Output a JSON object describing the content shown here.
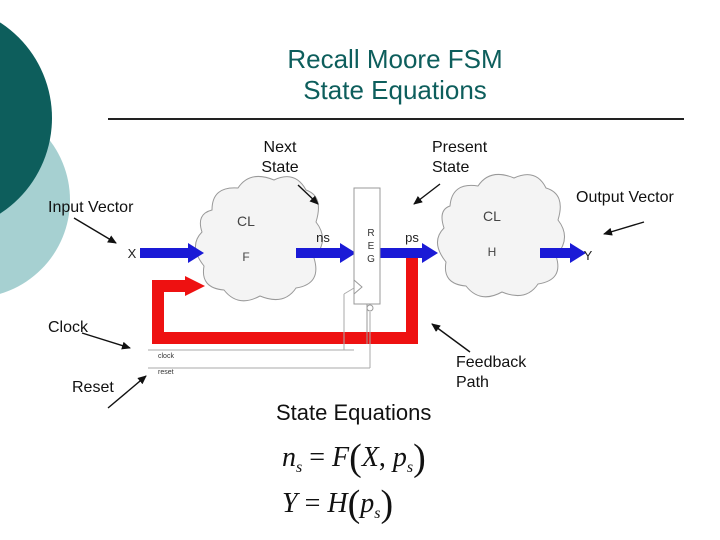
{
  "slide": {
    "title_line1": "Recall Moore FSM",
    "title_line2": "State Equations"
  },
  "callouts": {
    "next_state": [
      "Next",
      "State"
    ],
    "present_state": [
      "Present",
      "State"
    ],
    "input_vector": "Input Vector",
    "output_vector": "Output Vector",
    "clock": "Clock",
    "reset": "Reset",
    "feedback_path": [
      "Feedback",
      "Path"
    ]
  },
  "diagram": {
    "cloud_f": {
      "top": "CL",
      "bottom": "F"
    },
    "cloud_h": {
      "top": "CL",
      "bottom": "H"
    },
    "signal_x": "X",
    "signal_ns": "ns",
    "signal_ps": "ps",
    "signal_y": "Y",
    "register_letters": [
      "R",
      "E",
      "G"
    ],
    "clock_pin": "clock",
    "reset_pin": "reset",
    "colors": {
      "signal_arrow": "#1a1ad6",
      "feedback": "#ee1111",
      "cloud_fill": "#f4f4f4",
      "accent_dark": "#0d5e5c",
      "accent_light": "#a6d0d1"
    }
  },
  "equations": {
    "heading": "State Equations",
    "eq1": {
      "lhs": "n",
      "lhs_sub": "s",
      "func": "F",
      "arg1": "X",
      "arg2": "p",
      "arg2_sub": "s"
    },
    "eq2": {
      "lhs": "Y",
      "func": "H",
      "arg1": "p",
      "arg1_sub": "s"
    }
  }
}
